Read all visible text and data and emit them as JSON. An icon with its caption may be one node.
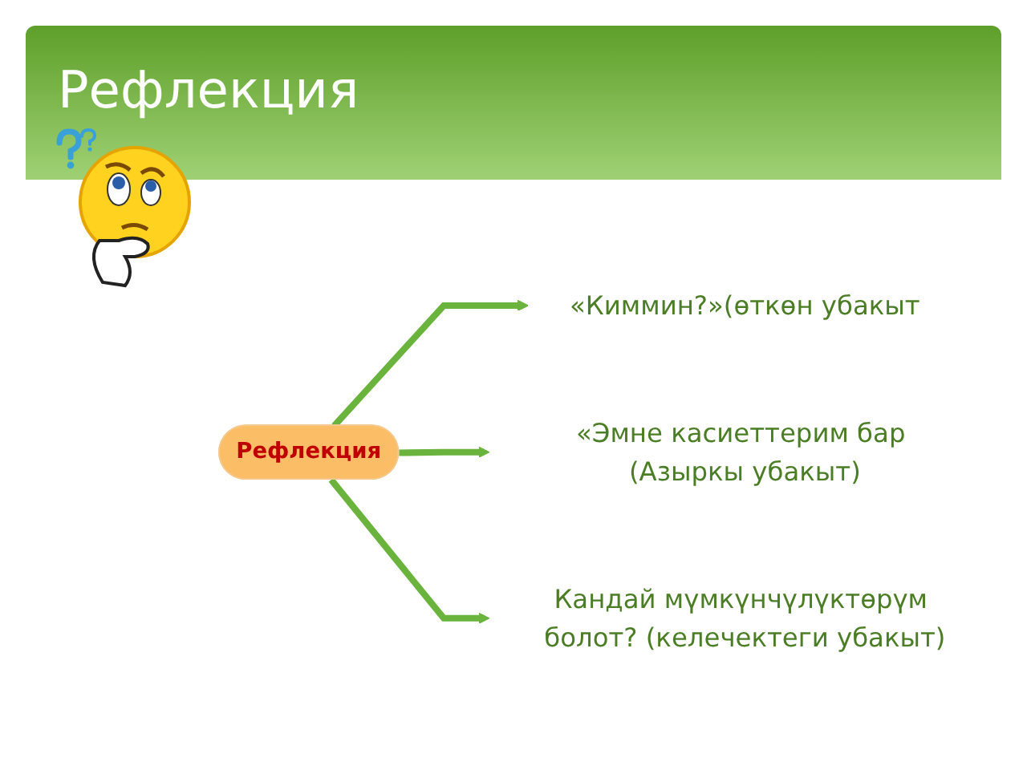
{
  "diagram": {
    "title": "Рефлекция",
    "nodes": [
      {
        "text": [
          "Рефлекция"
        ]
      },
      {
        "text": [
          "«Киммин?»(өткөн убакыт"
        ]
      },
      {
        "text": [
          "«Эмне касиеттерим бар (Азыркы убакыт)"
        ]
      },
      {
        "text": [
          "Кандай мүмкүнчүлүктөрүм болот? (келечектеги убакыт)"
        ]
      }
    ],
    "edges": [
      {
        "from": 0,
        "to": 1,
        "arrow": "to"
      },
      {
        "from": 0,
        "to": 2,
        "arrow": "to"
      },
      {
        "from": 0,
        "to": 3,
        "arrow": "to"
      }
    ]
  }
}
